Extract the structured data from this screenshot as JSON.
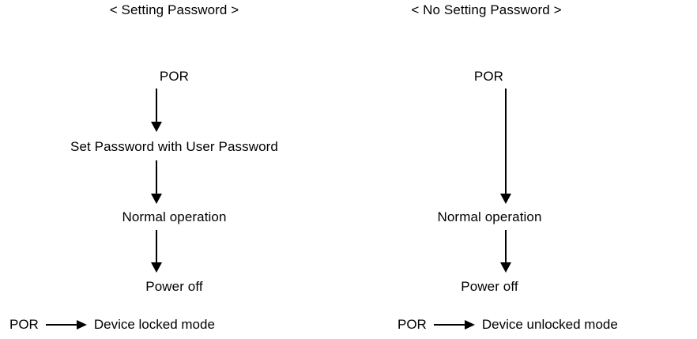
{
  "diagram": {
    "type": "flowchart",
    "background_color": "#ffffff",
    "line_color": "#000000",
    "text_color": "#000000",
    "columns": [
      {
        "id": "setting-password",
        "title": "< Setting Password >",
        "nodes": [
          "POR",
          "Set Password with User Password",
          "Normal operation",
          "Power off"
        ],
        "edges": [
          {
            "from": "POR",
            "to": "Set Password with User Password",
            "style": "arrow-down"
          },
          {
            "from": "Set Password with User Password",
            "to": "Normal operation",
            "style": "arrow-down"
          },
          {
            "from": "Normal operation",
            "to": "Power off",
            "style": "arrow-down"
          }
        ],
        "footer": {
          "source": "POR",
          "arrow": "arrow-right",
          "target": "Device locked mode"
        }
      },
      {
        "id": "no-setting-password",
        "title": "< No Setting Password >",
        "nodes": [
          "POR",
          "Normal operation",
          "Power off"
        ],
        "edges": [
          {
            "from": "POR",
            "to": "Normal operation",
            "style": "arrow-down"
          },
          {
            "from": "Normal operation",
            "to": "Power off",
            "style": "arrow-down"
          }
        ],
        "footer": {
          "source": "POR",
          "arrow": "arrow-right",
          "target": "Device unlocked mode"
        }
      }
    ]
  }
}
